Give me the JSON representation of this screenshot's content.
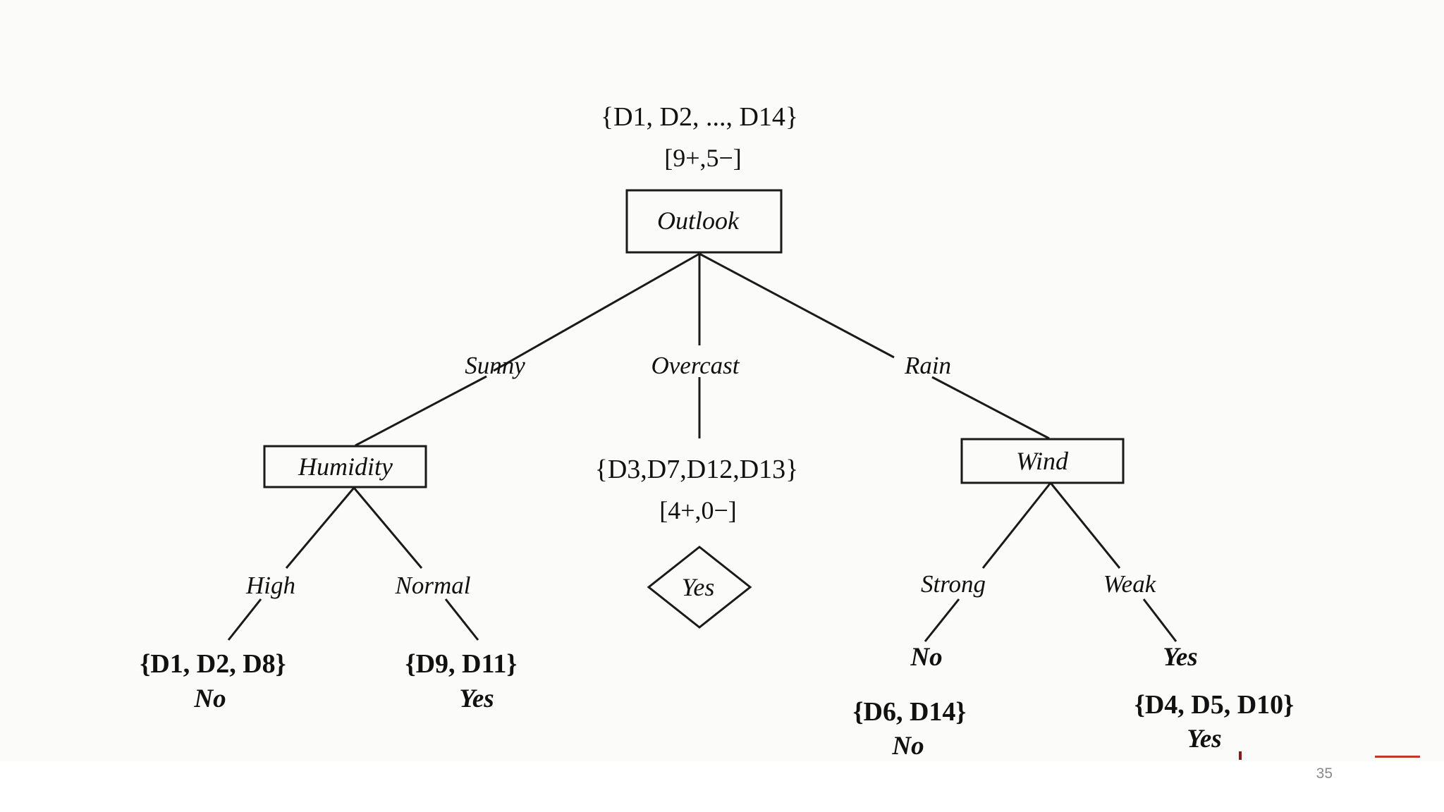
{
  "tree": {
    "root": {
      "set": "{D1, D2, ..., D14}",
      "counts": "[9+,5−]",
      "attribute": "Outlook"
    },
    "branches": {
      "sunny": "Sunny",
      "overcast": "Overcast",
      "rain": "Rain",
      "high": "High",
      "normal": "Normal",
      "strong": "Strong",
      "weak": "Weak"
    },
    "humidity_node": {
      "attribute": "Humidity"
    },
    "wind_node": {
      "attribute": "Wind"
    },
    "overcast_leaf": {
      "set": "{D3,D7,D12,D13}",
      "counts": "[4+,0−]",
      "decision": "Yes"
    },
    "high_leaf": {
      "set": "{D1, D2, D8}",
      "decision": "No"
    },
    "normal_leaf": {
      "set": "{D9, D11}",
      "decision": "Yes"
    },
    "strong_leaf": {
      "label": "No",
      "set": "{D6, D14}",
      "decision": "No"
    },
    "weak_leaf": {
      "label": "Yes",
      "set": "{D4, D5, D10}",
      "decision": "Yes"
    }
  },
  "footer": {
    "page_number": "35"
  },
  "colors": {
    "accent": "#c0392b",
    "ink": "#1a1a1a",
    "page_number": "#8a8a8a"
  }
}
